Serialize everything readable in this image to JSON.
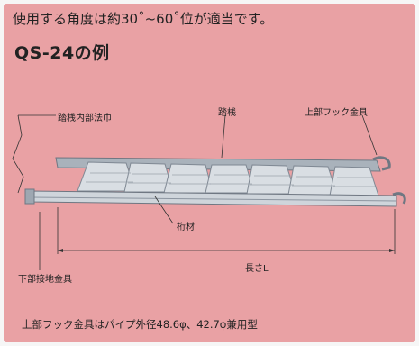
{
  "intro": "使用する角度は約30˚~60˚位が適当です。",
  "model_title": "QS-24の例",
  "labels": {
    "tread_inner": "踏桟内部法巾",
    "step": "踏桟",
    "top_hook": "上部フック金具",
    "stringer": "桁材",
    "length": "長さL",
    "bottom_fitting": "下部接地金具"
  },
  "note": "上部フック金具はパイプ外径48.6φ、42.7φ兼用型",
  "colors": {
    "background": "#e9a1a4",
    "metal": "#bcc4cc",
    "metal_dark": "#7f8893",
    "text": "#222222"
  }
}
